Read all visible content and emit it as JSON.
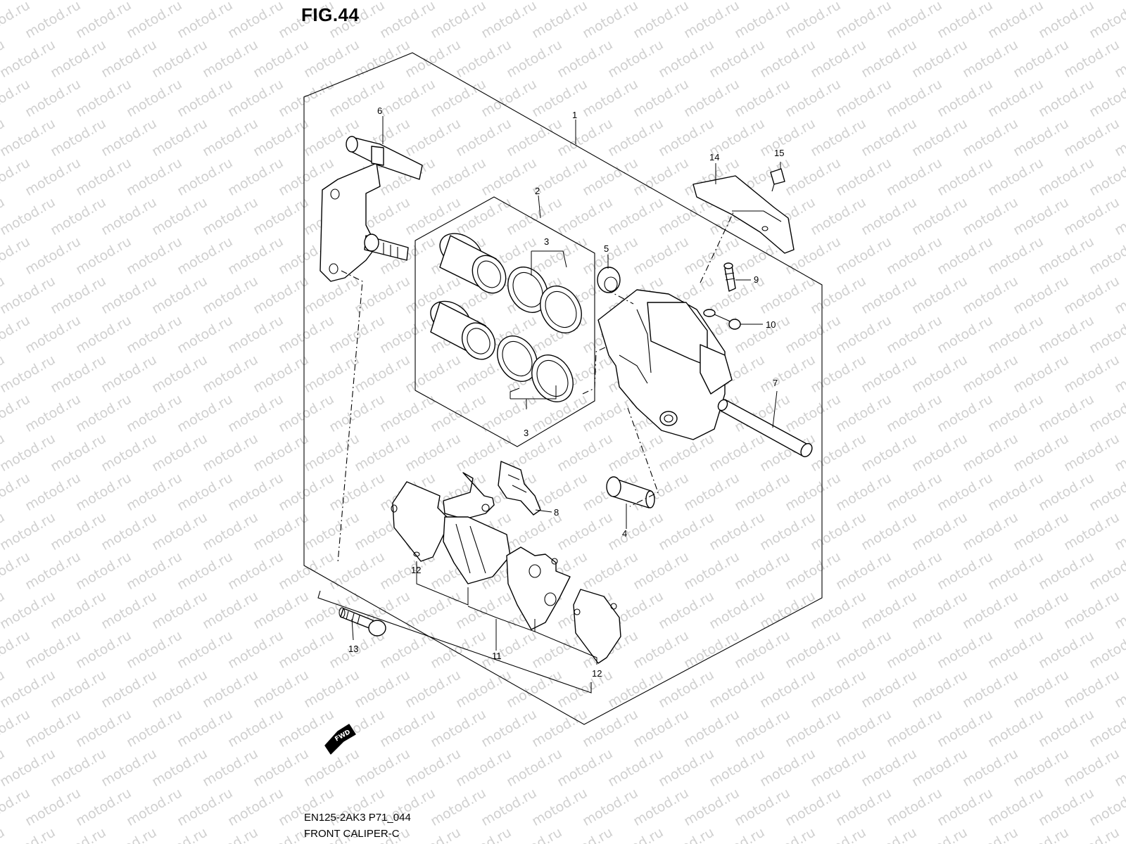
{
  "figure": {
    "label": "FIG.44"
  },
  "watermark": {
    "text": "motod.ru"
  },
  "footer": {
    "code": "EN125-2AK3 P71_044",
    "title": "FRONT CALIPER-C"
  },
  "direction_tag": "FWD",
  "callouts": [
    {
      "id": "c1",
      "text": "1"
    },
    {
      "id": "c2",
      "text": "2"
    },
    {
      "id": "c3a",
      "text": "3"
    },
    {
      "id": "c3b",
      "text": "3"
    },
    {
      "id": "c4",
      "text": "4"
    },
    {
      "id": "c5",
      "text": "5"
    },
    {
      "id": "c6",
      "text": "6"
    },
    {
      "id": "c7",
      "text": "7"
    },
    {
      "id": "c8",
      "text": "8"
    },
    {
      "id": "c9",
      "text": "9"
    },
    {
      "id": "c10",
      "text": "10"
    },
    {
      "id": "c11",
      "text": "11"
    },
    {
      "id": "c12a",
      "text": "12"
    },
    {
      "id": "c12b",
      "text": "12"
    },
    {
      "id": "c13",
      "text": "13"
    },
    {
      "id": "c14",
      "text": "14"
    },
    {
      "id": "c15",
      "text": "15"
    }
  ],
  "colors": {
    "line": "#000000",
    "background": "#ffffff",
    "watermark": "#c8c8c8"
  }
}
